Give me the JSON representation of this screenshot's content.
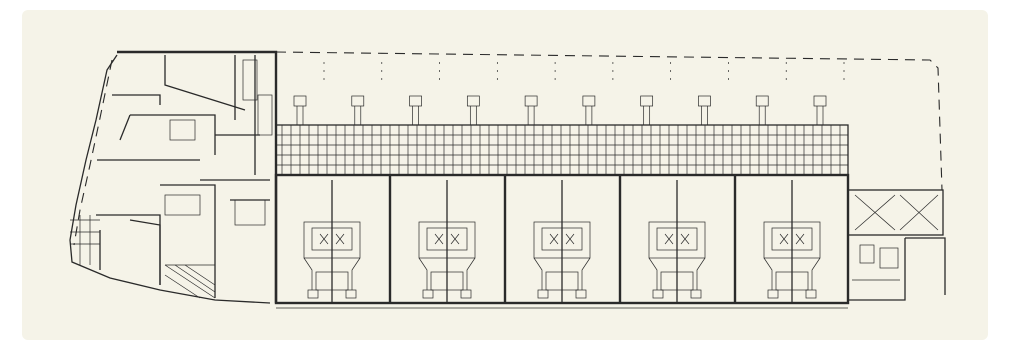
{
  "figure": {
    "type": "architectural-floor-plan",
    "background": "#f5f3e8",
    "line_color": "#2a2a2a",
    "repeated_units": 5,
    "top_fixtures": 10,
    "labels": []
  }
}
